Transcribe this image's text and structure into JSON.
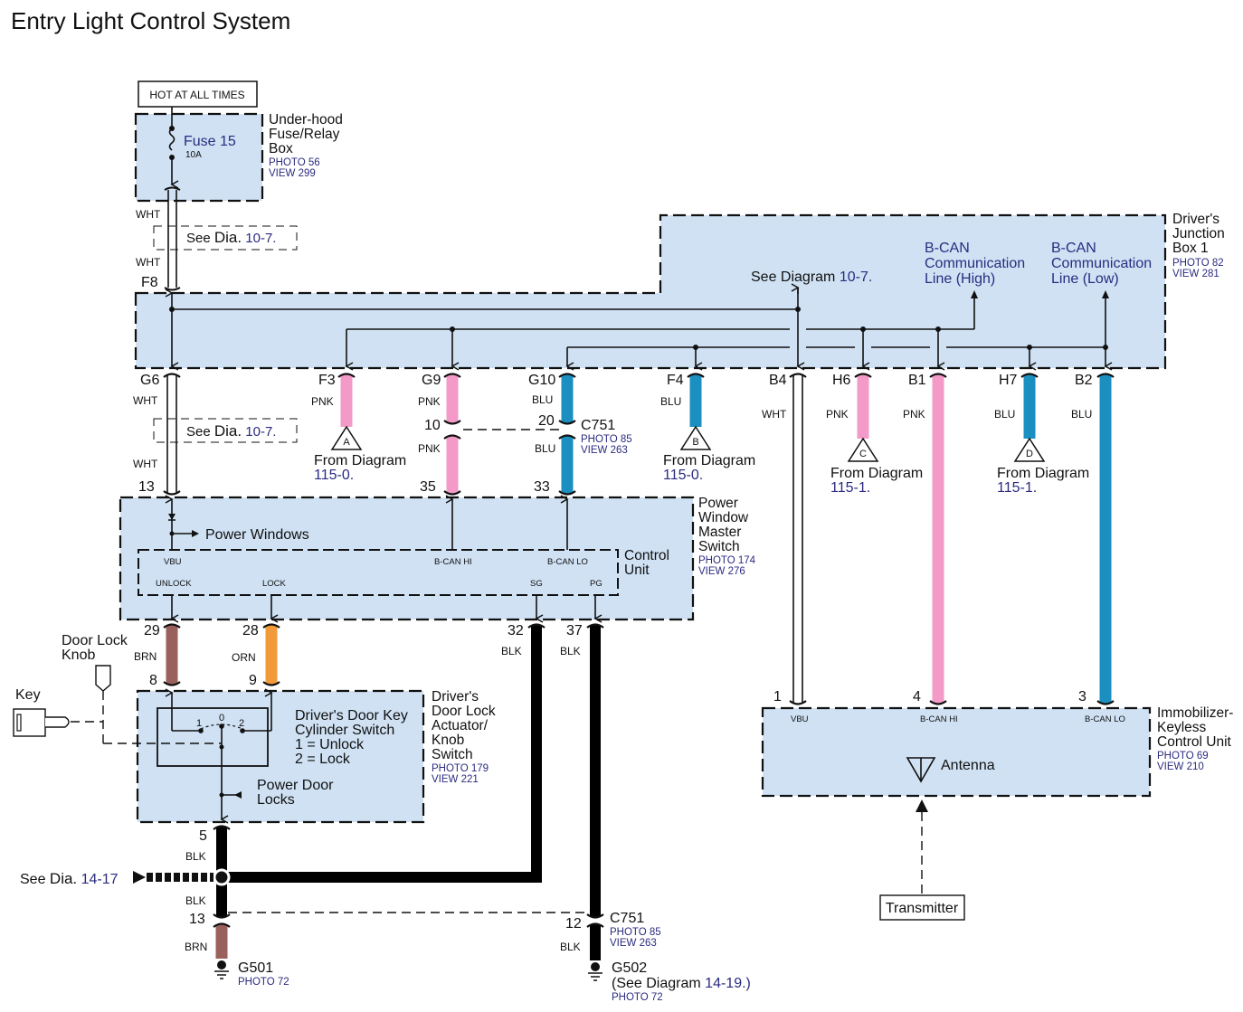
{
  "title": "Entry Light Control System",
  "colors": {
    "WHT": "#ffffff",
    "PNK": "#f39ac8",
    "BLU": "#1a8fc0",
    "BRN": "#9a605c",
    "ORN": "#f29a3a",
    "BLK": "#000000",
    "box_fill": "#cfe1f3",
    "ref_text": "#2b2b80"
  },
  "power_source": {
    "label": "HOT AT ALL TIMES"
  },
  "fuse_box": {
    "name_lines": [
      "Under-hood",
      "Fuse/Relay",
      "Box"
    ],
    "photo": "PHOTO 56",
    "view": "VIEW 299",
    "fuse": "Fuse 15",
    "rating": "10A"
  },
  "see_dia_top": {
    "prefix": "See",
    "dia": "Dia.",
    "num": "10-7."
  },
  "see_dia_mid": {
    "prefix": "See",
    "dia": "Dia.",
    "num": "10-7."
  },
  "junction_box": {
    "name_lines": [
      "Driver's",
      "Junction",
      "Box 1"
    ],
    "photo": "PHOTO 82",
    "view": "VIEW 281",
    "see_diagram": {
      "text": "See Diagram",
      "num": "10-7."
    },
    "bcan_high": [
      "B-CAN",
      "Communication",
      "Line (High)"
    ],
    "bcan_low": [
      "B-CAN",
      "Communication",
      "Line (Low)"
    ],
    "top_connector": "F8",
    "pins": [
      {
        "id": "G6",
        "color": "WHT"
      },
      {
        "id": "F3",
        "color": "PNK"
      },
      {
        "id": "G9",
        "color": "PNK"
      },
      {
        "id": "G10",
        "color": "BLU"
      },
      {
        "id": "F4",
        "color": "BLU"
      },
      {
        "id": "B4",
        "color": "WHT"
      },
      {
        "id": "H6",
        "color": "PNK"
      },
      {
        "id": "B1",
        "color": "PNK"
      },
      {
        "id": "H7",
        "color": "BLU"
      },
      {
        "id": "B2",
        "color": "BLU"
      }
    ]
  },
  "wires": {
    "fuse_out_1": "WHT",
    "fuse_out_2": "WHT",
    "g6_1": "WHT",
    "g6_2": "WHT",
    "f3": "PNK",
    "g9_1": "PNK",
    "g9_2": "PNK",
    "g10_1": "BLU",
    "g10_2": "BLU",
    "f4": "BLU",
    "b4": "WHT",
    "h6": "PNK",
    "b1": "PNK",
    "h7": "BLU",
    "b2": "BLU",
    "w29": "BRN",
    "w28": "ORN",
    "w32": "BLK",
    "w37": "BLK",
    "w5": "BLK",
    "w5b": "BLK",
    "w13": "BRN",
    "w12": "BLK"
  },
  "from_diagrams": [
    {
      "letter": "A",
      "text": "From Diagram",
      "num": "115-0."
    },
    {
      "letter": "B",
      "text": "From Diagram",
      "num": "115-0."
    },
    {
      "letter": "C",
      "text": "From Diagram",
      "num": "115-1."
    },
    {
      "letter": "D",
      "text": "From Diagram",
      "num": "115-1."
    }
  ],
  "c751_top": {
    "name": "C751",
    "photo": "PHOTO 85",
    "view": "VIEW 263",
    "pin_pnk": "10",
    "pin_blu": "20"
  },
  "pins_pwms": {
    "vbu": "13",
    "bcanhi": "35",
    "bcanlo": "33",
    "unlock": "29",
    "lock": "28",
    "sg": "32",
    "pg": "37"
  },
  "power_window_master": {
    "name_lines": [
      "Power",
      "Window",
      "Master",
      "Switch"
    ],
    "photo": "PHOTO 174",
    "view": "VIEW 276",
    "power_windows": "Power Windows",
    "control_unit": [
      "Control",
      "Unit"
    ],
    "terms": {
      "vbu": "VBU",
      "bcanhi": "B-CAN HI",
      "bcanlo": "B-CAN LO",
      "unlock": "UNLOCK",
      "lock": "LOCK",
      "sg": "SG",
      "pg": "PG"
    }
  },
  "door_lock": {
    "name_lines": [
      "Driver's",
      "Door Lock",
      "Actuator/",
      "Knob",
      "Switch"
    ],
    "photo": "PHOTO 179",
    "view": "VIEW 221",
    "switch_lines": [
      "Driver's Door Key",
      "Cylinder Switch",
      "1 = Unlock",
      "2 = Lock"
    ],
    "positions": [
      "1",
      "0",
      "2"
    ],
    "power_door_locks": [
      "Power Door",
      "Locks"
    ],
    "pin_unlock": "8",
    "pin_lock": "9",
    "pin_gnd": "5"
  },
  "key_label": "Key",
  "knob_label": [
    "Door Lock",
    "Knob"
  ],
  "see_dia_ground": {
    "prefix": "See",
    "dia": "Dia.",
    "num": "14-17"
  },
  "ground_connector": {
    "pin_a": "13",
    "pin_b": "12",
    "name": "C751",
    "photo": "PHOTO 85",
    "view": "VIEW 263"
  },
  "g501": {
    "name": "G501",
    "photo": "PHOTO 72"
  },
  "g502": {
    "name": "G502",
    "note_prefix": "(See",
    "note_text": "Diagram",
    "note_num": "14-19.)",
    "photo": "PHOTO 72"
  },
  "immobilizer": {
    "name_lines": [
      "Immobilizer-",
      "Keyless",
      "Control Unit"
    ],
    "photo": "PHOTO 69",
    "view": "VIEW 210",
    "terms": {
      "vbu": "VBU",
      "bcanhi": "B-CAN HI",
      "bcanlo": "B-CAN LO"
    },
    "pins": {
      "vbu": "1",
      "bcanhi": "4",
      "bcanlo": "3"
    },
    "antenna": "Antenna"
  },
  "transmitter": "Transmitter"
}
